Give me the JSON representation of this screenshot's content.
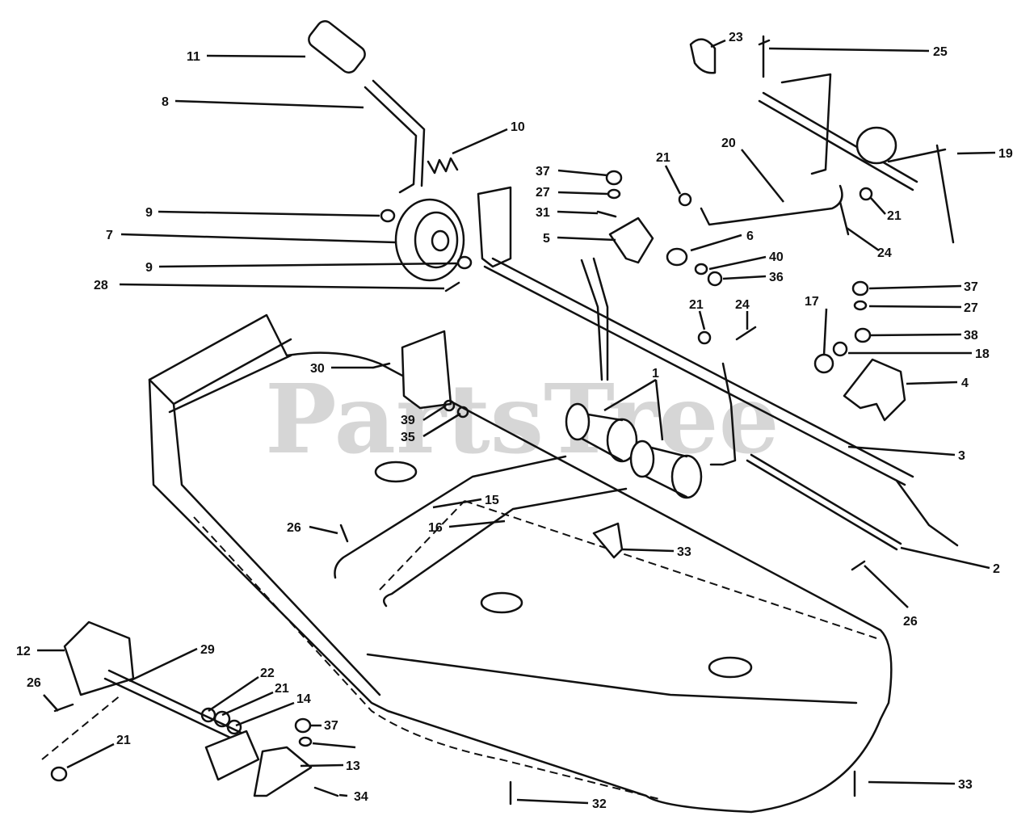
{
  "watermark": "PartsTree",
  "callouts": [
    {
      "id": "c11",
      "text": "11"
    },
    {
      "id": "c8",
      "text": "8"
    },
    {
      "id": "c10",
      "text": "10"
    },
    {
      "id": "c9a",
      "text": "9"
    },
    {
      "id": "c7",
      "text": "7"
    },
    {
      "id": "c9b",
      "text": "9"
    },
    {
      "id": "c28",
      "text": "28"
    },
    {
      "id": "c37a",
      "text": "37"
    },
    {
      "id": "c27a",
      "text": "27"
    },
    {
      "id": "c31",
      "text": "31"
    },
    {
      "id": "c5",
      "text": "5"
    },
    {
      "id": "c21a",
      "text": "21"
    },
    {
      "id": "c20",
      "text": "20"
    },
    {
      "id": "c6",
      "text": "6"
    },
    {
      "id": "c40",
      "text": "40"
    },
    {
      "id": "c36",
      "text": "36"
    },
    {
      "id": "c23",
      "text": "23"
    },
    {
      "id": "c25",
      "text": "25"
    },
    {
      "id": "c19",
      "text": "19"
    },
    {
      "id": "c21b",
      "text": "21"
    },
    {
      "id": "c24a",
      "text": "24"
    },
    {
      "id": "c37b",
      "text": "37"
    },
    {
      "id": "c27b",
      "text": "27"
    },
    {
      "id": "c38",
      "text": "38"
    },
    {
      "id": "c18",
      "text": "18"
    },
    {
      "id": "c17",
      "text": "17"
    },
    {
      "id": "c21c",
      "text": "21"
    },
    {
      "id": "c24b",
      "text": "24"
    },
    {
      "id": "c4",
      "text": "4"
    },
    {
      "id": "c1",
      "text": "1"
    },
    {
      "id": "c3",
      "text": "3"
    },
    {
      "id": "c30",
      "text": "30"
    },
    {
      "id": "c39",
      "text": "39"
    },
    {
      "id": "c35",
      "text": "35"
    },
    {
      "id": "c15",
      "text": "15"
    },
    {
      "id": "c16",
      "text": "16"
    },
    {
      "id": "c26a",
      "text": "26"
    },
    {
      "id": "c33a",
      "text": "33"
    },
    {
      "id": "c2",
      "text": "2"
    },
    {
      "id": "c26b",
      "text": "26"
    },
    {
      "id": "c12",
      "text": "12"
    },
    {
      "id": "c29",
      "text": "29"
    },
    {
      "id": "c26c",
      "text": "26"
    },
    {
      "id": "c22",
      "text": "22"
    },
    {
      "id": "c21d",
      "text": "21"
    },
    {
      "id": "c14",
      "text": "14"
    },
    {
      "id": "c37c",
      "text": "37"
    },
    {
      "id": "c21e",
      "text": "21"
    },
    {
      "id": "c13",
      "text": "13"
    },
    {
      "id": "c34",
      "text": "34"
    },
    {
      "id": "c32",
      "text": "32"
    },
    {
      "id": "c33b",
      "text": "33"
    }
  ]
}
